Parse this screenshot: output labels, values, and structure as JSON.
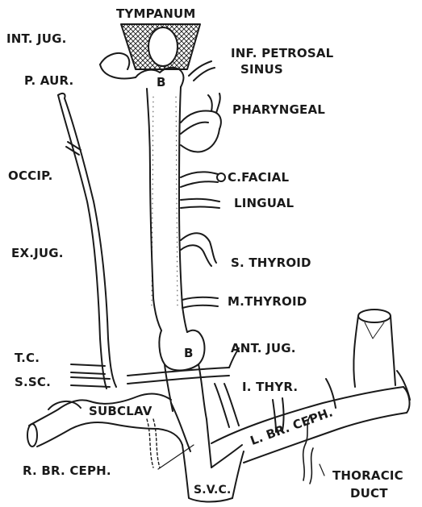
{
  "labels": {
    "tympanum": "TYMPANUM",
    "int_jug": "INT. JUG.",
    "inf_petrosal_1": "INF. PETROSAL",
    "inf_petrosal_2": "SINUS",
    "bulb_upper": "B",
    "p_aur": "P. AUR.",
    "pharyngeal": "PHARYNGEAL",
    "occip": "OCCIP.",
    "c_facial": "C.FACIAL",
    "lingual": "LINGUAL",
    "ex_jug": "EX.JUG.",
    "s_thyroid": "S. THYROID",
    "m_thyroid": "M.THYROID",
    "bulb_lower": "B",
    "ant_jug": "ANT. JUG.",
    "t_c": "T.C.",
    "s_sc": "S.SC.",
    "i_thyr": "I. THYR.",
    "subclav": "SUBCLAV",
    "l_br_ceph": "L. BR. CEPH.",
    "r_br_ceph": "R. BR. CEPH.",
    "svc": "S.V.C.",
    "thoracic_1": "THORACIC",
    "thoracic_2": "DUCT"
  },
  "colors": {
    "ink": "#1a1a1a",
    "paper": "#ffffff"
  }
}
